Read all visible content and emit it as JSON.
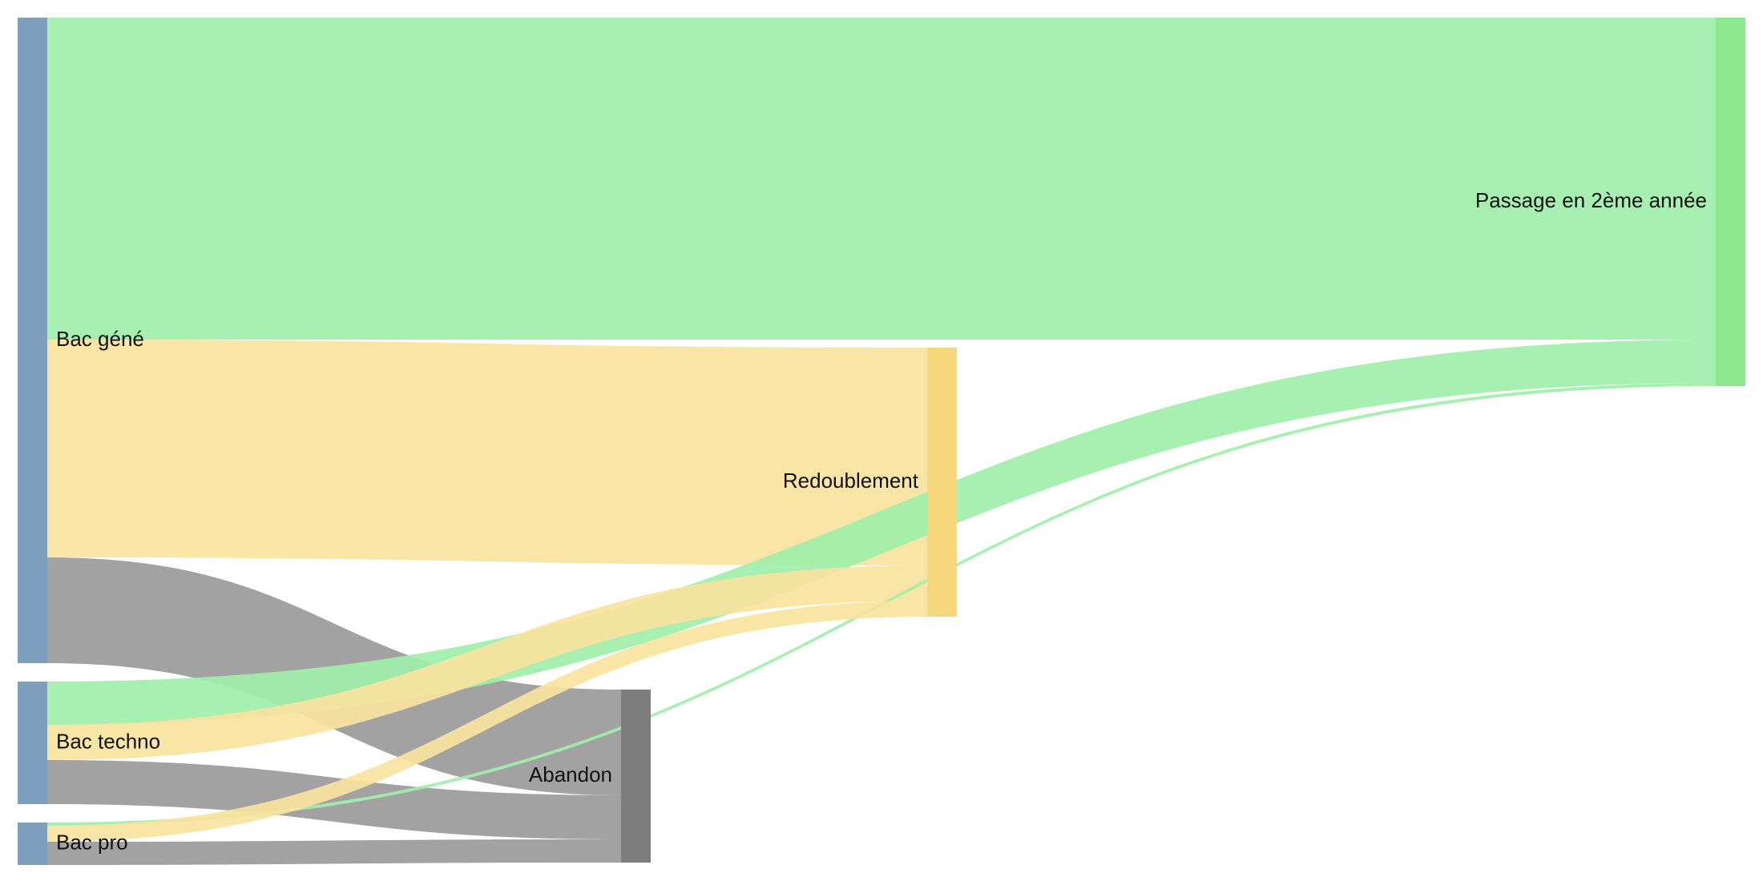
{
  "colors": {
    "source_node": "#7f9fbe",
    "passage": "#8ce88f",
    "redoublement": "#f6d77b",
    "abandon": "#7d7d7d",
    "link_passage": "#a0efab",
    "link_redoublement": "#f8e39e",
    "link_abandon": "#9a9a9a"
  },
  "nodes": [
    {
      "id": "bac_gene",
      "label": "Bac géné",
      "column": "source",
      "color_key": "source_node"
    },
    {
      "id": "bac_techno",
      "label": "Bac techno",
      "column": "source",
      "color_key": "source_node"
    },
    {
      "id": "bac_pro",
      "label": "Bac pro",
      "column": "source",
      "color_key": "source_node"
    },
    {
      "id": "passage",
      "label": "Passage en 2ème année",
      "column": "target",
      "color_key": "passage"
    },
    {
      "id": "redoublement",
      "label": "Redoublement",
      "column": "target",
      "color_key": "redoublement"
    },
    {
      "id": "abandon",
      "label": "Abandon",
      "column": "target",
      "color_key": "abandon"
    }
  ],
  "flows": [
    {
      "from": "bac_gene",
      "to": "passage",
      "value": 402,
      "color_key": "link_passage"
    },
    {
      "from": "bac_gene",
      "to": "redoublement",
      "value": 272,
      "color_key": "link_redoublement"
    },
    {
      "from": "bac_gene",
      "to": "abandon",
      "value": 132,
      "color_key": "link_abandon"
    },
    {
      "from": "bac_techno",
      "to": "passage",
      "value": 54,
      "color_key": "link_passage"
    },
    {
      "from": "bac_techno",
      "to": "redoublement",
      "value": 44,
      "color_key": "link_redoublement"
    },
    {
      "from": "bac_techno",
      "to": "abandon",
      "value": 55,
      "color_key": "link_abandon"
    },
    {
      "from": "bac_pro",
      "to": "passage",
      "value": 4,
      "color_key": "link_passage"
    },
    {
      "from": "bac_pro",
      "to": "redoublement",
      "value": 20,
      "color_key": "link_redoublement"
    },
    {
      "from": "bac_pro",
      "to": "abandon",
      "value": 29,
      "color_key": "link_abandon"
    }
  ]
}
